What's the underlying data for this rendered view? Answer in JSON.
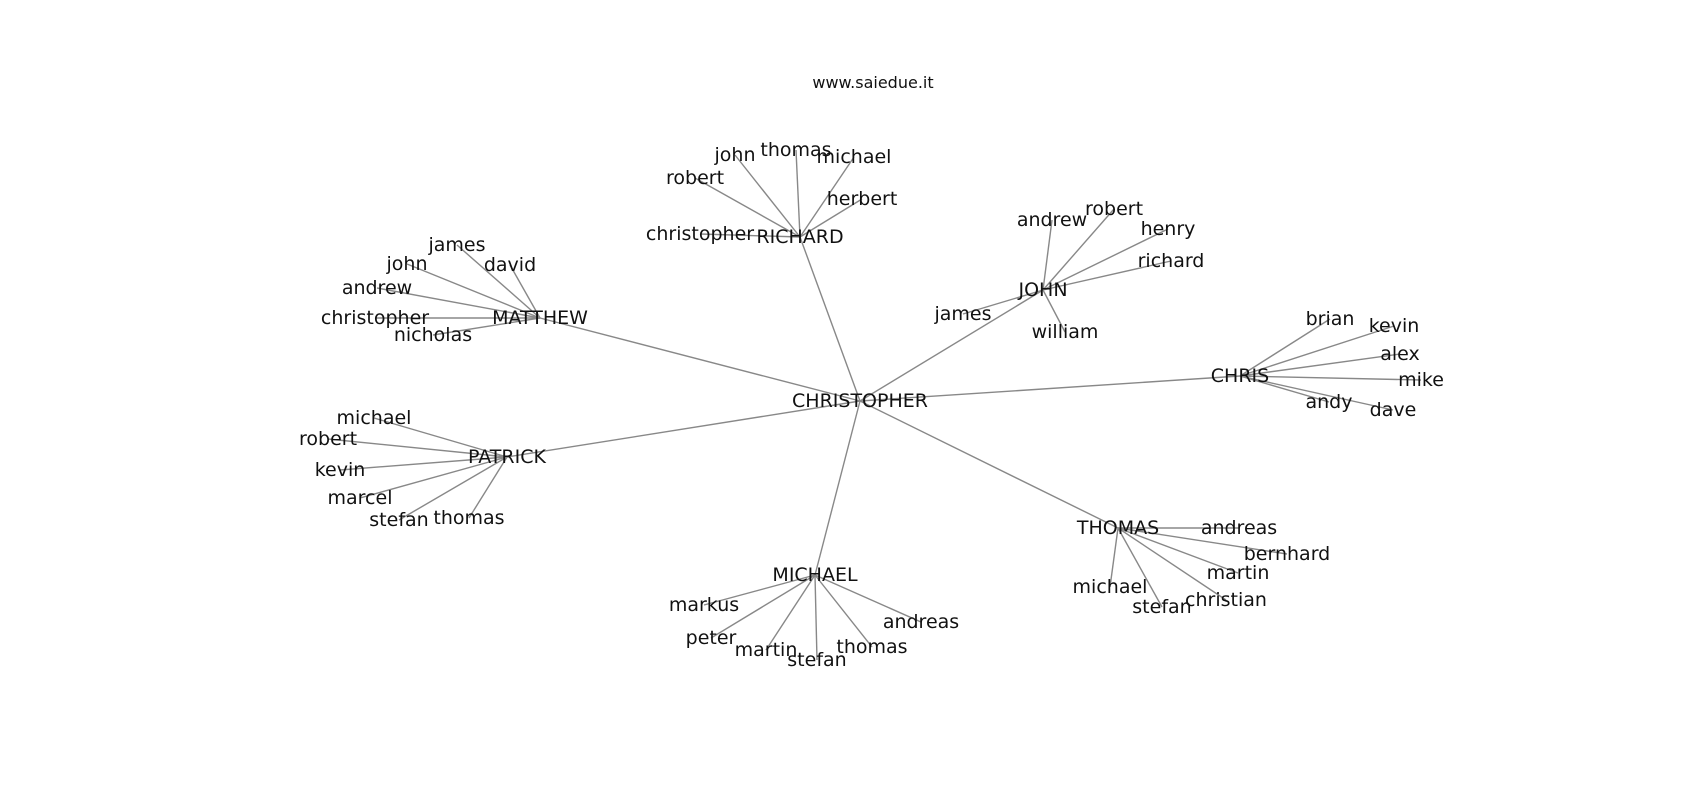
{
  "title": "www.saiedue.it",
  "edge_color": "#888888",
  "text_color": "#111111",
  "center": "CHRISTOPHER",
  "groups": [
    {
      "hub": "RICHARD",
      "leaves": [
        "christopher",
        "robert",
        "john",
        "thomas",
        "michael",
        "herbert"
      ]
    },
    {
      "hub": "JOHN",
      "leaves": [
        "andrew",
        "robert",
        "henry",
        "richard",
        "james",
        "william"
      ]
    },
    {
      "hub": "MATTHEW",
      "leaves": [
        "james",
        "david",
        "john",
        "andrew",
        "christopher",
        "nicholas"
      ]
    },
    {
      "hub": "CHRIS",
      "leaves": [
        "brian",
        "kevin",
        "alex",
        "mike",
        "andy",
        "dave"
      ]
    },
    {
      "hub": "PATRICK",
      "leaves": [
        "michael",
        "robert",
        "kevin",
        "marcel",
        "stefan",
        "thomas"
      ]
    },
    {
      "hub": "THOMAS",
      "leaves": [
        "andreas",
        "bernhard",
        "martin",
        "christian",
        "stefan",
        "michael"
      ]
    },
    {
      "hub": "MICHAEL",
      "leaves": [
        "markus",
        "peter",
        "martin",
        "stefan",
        "thomas",
        "andreas"
      ]
    }
  ]
}
